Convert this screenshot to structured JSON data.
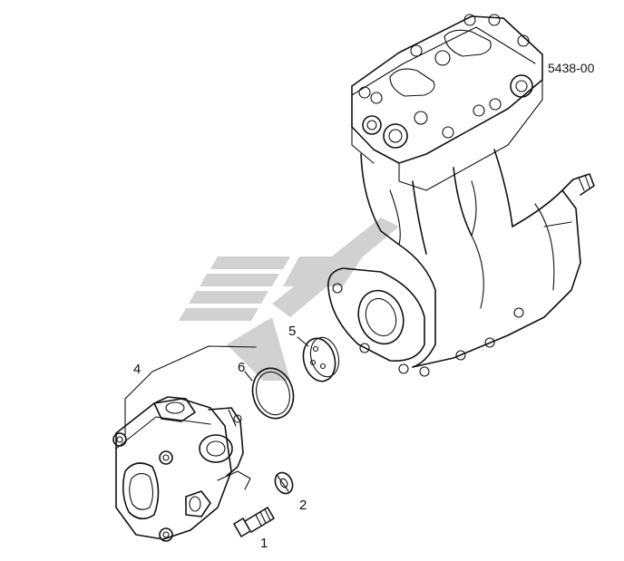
{
  "drawing": {
    "reference_code": "5438-00",
    "callouts": [
      {
        "id": "c1",
        "label": "1"
      },
      {
        "id": "c2",
        "label": "2"
      },
      {
        "id": "c4",
        "label": "4"
      },
      {
        "id": "c5",
        "label": "5"
      },
      {
        "id": "c6",
        "label": "6"
      }
    ]
  },
  "colors": {
    "line": "#111111",
    "watermark": "#c9c9c9"
  }
}
